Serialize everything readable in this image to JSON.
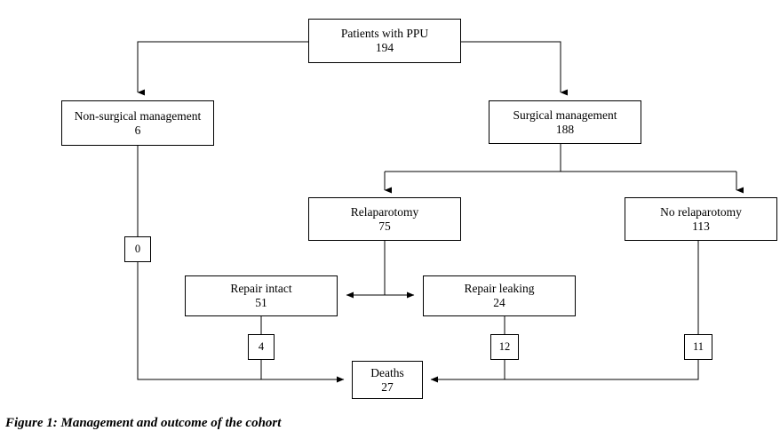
{
  "figure": {
    "caption": "Figure 1: Management and outcome of the cohort",
    "line_color": "#000000",
    "background_color": "#ffffff"
  },
  "chart_data": {
    "type": "diagram",
    "title": "Management and outcome of the cohort",
    "nodes": [
      {
        "id": "ppu",
        "label": "Patients with PPU",
        "value": "194"
      },
      {
        "id": "nonsurgical",
        "label": "Non-surgical management",
        "value": "6"
      },
      {
        "id": "surgical",
        "label": "Surgical management",
        "value": "188"
      },
      {
        "id": "relaparotomy",
        "label": "Relaparotomy",
        "value": "75"
      },
      {
        "id": "norelaparotomy",
        "label": "No relaparotomy",
        "value": "113"
      },
      {
        "id": "repair_intact",
        "label": "Repair intact",
        "value": "51"
      },
      {
        "id": "repair_leaking",
        "label": "Repair leaking",
        "value": "24"
      },
      {
        "id": "deaths",
        "label": "Deaths",
        "value": "27"
      }
    ],
    "edge_counts": [
      {
        "id": "deaths_nonsurgical",
        "value": "0"
      },
      {
        "id": "deaths_repair_intact",
        "value": "4"
      },
      {
        "id": "deaths_repair_leaking",
        "value": "12"
      },
      {
        "id": "deaths_norelaparotomy",
        "value": "11"
      }
    ]
  },
  "nodes": {
    "ppu": {
      "label": "Patients with PPU",
      "value": "194"
    },
    "nonsurgical": {
      "label": "Non-surgical management",
      "value": "6"
    },
    "surgical": {
      "label": "Surgical management",
      "value": "188"
    },
    "relaparotomy": {
      "label": "Relaparotomy",
      "value": "75"
    },
    "norelaparotomy": {
      "label": "No relaparotomy",
      "value": "113"
    },
    "repair_intact": {
      "label": "Repair intact",
      "value": "51"
    },
    "repair_leaking": {
      "label": "Repair leaking",
      "value": "24"
    },
    "deaths": {
      "label": "Deaths",
      "value": "27"
    }
  },
  "counts": {
    "nonsurgical_deaths": "0",
    "repair_intact_deaths": "4",
    "repair_leaking_deaths": "12",
    "norelaparotomy_deaths": "11"
  }
}
